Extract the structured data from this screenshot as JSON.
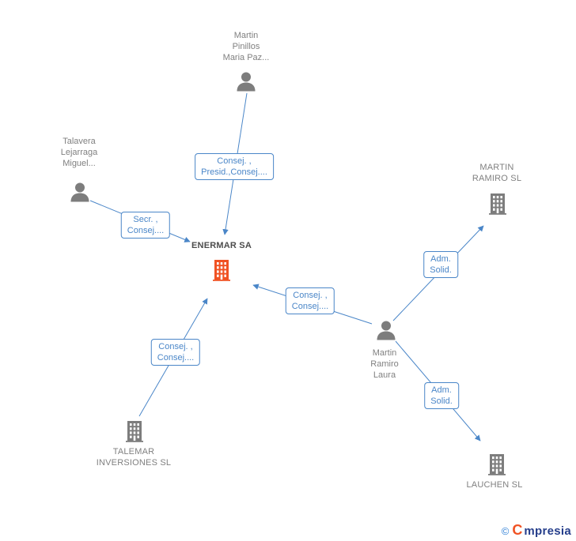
{
  "diagram": {
    "nodes": {
      "martin_pinillos": {
        "label": "Martin\nPinillos\nMaria Paz...",
        "type": "person"
      },
      "talavera": {
        "label": "Talavera\nLejarraga\nMiguel...",
        "type": "person"
      },
      "enermar": {
        "label": "ENERMAR SA",
        "type": "company",
        "highlighted": true
      },
      "martin_ramiro_sl": {
        "label": "MARTIN\nRAMIRO SL",
        "type": "company"
      },
      "martin_ramiro_laura": {
        "label": "Martin\nRamiro\nLaura",
        "type": "person"
      },
      "talemar": {
        "label": "TALEMAR\nINVERSIONES SL",
        "type": "company"
      },
      "lauchen": {
        "label": "LAUCHEN SL",
        "type": "company"
      }
    },
    "edge_labels": {
      "pinillos_enermar": "Consej. ,\nPresid.,Consej....",
      "talavera_enermar": "Secr. ,\nConsej....",
      "laura_enermar": "Consej. ,\nConsej....",
      "laura_martin_ramiro_sl": "Adm.\nSolid.",
      "talemar_enermar": "Consej. ,\nConsej....",
      "laura_lauchen": "Adm.\nSolid."
    },
    "colors": {
      "node_gray": "#7d7d7d",
      "highlight_orange": "#f05223",
      "edge_blue": "#4a86c8",
      "label_text": "#808080",
      "enermar_label": "#4c4c4c"
    }
  },
  "watermark": {
    "copyright": "©",
    "brand_initial": "C",
    "brand_rest": "mpresia"
  }
}
